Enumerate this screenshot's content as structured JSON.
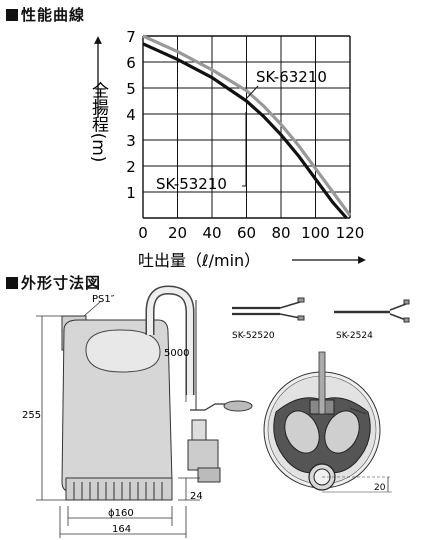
{
  "sections": {
    "performance_title": "性能曲線",
    "dimensions_title": "外形寸法図"
  },
  "chart_data": {
    "type": "line",
    "xlabel": "吐出量（ℓ/min）",
    "ylabel": "全揚程(m)",
    "x_ticks": [
      "0",
      "20",
      "40",
      "60",
      "80",
      "100",
      "120"
    ],
    "y_ticks": [
      "1",
      "2",
      "3",
      "4",
      "5",
      "6",
      "7"
    ],
    "xlim": [
      0,
      120
    ],
    "ylim": [
      0,
      7
    ],
    "grid": true,
    "series": [
      {
        "name": "SK-63210",
        "color": "#999999",
        "x": [
          0,
          20,
          40,
          60,
          70,
          80,
          90,
          100,
          110,
          120
        ],
        "y": [
          7.0,
          6.4,
          5.7,
          4.9,
          4.3,
          3.6,
          2.8,
          1.9,
          1.0,
          0.1
        ]
      },
      {
        "name": "SK-53210",
        "color": "#111111",
        "x": [
          0,
          20,
          40,
          60,
          70,
          80,
          90,
          100,
          110,
          118
        ],
        "y": [
          6.7,
          6.1,
          5.4,
          4.5,
          3.9,
          3.2,
          2.4,
          1.5,
          0.6,
          0.0
        ]
      }
    ]
  },
  "diagram": {
    "ps_label": "PS1″",
    "cable_length": "5000",
    "height": "255",
    "diameter": "ϕ160",
    "width": "164",
    "base_height": "24",
    "bottom_offset": "20",
    "cable_model_a": "SK-52520",
    "cable_model_b": "SK-2524"
  }
}
